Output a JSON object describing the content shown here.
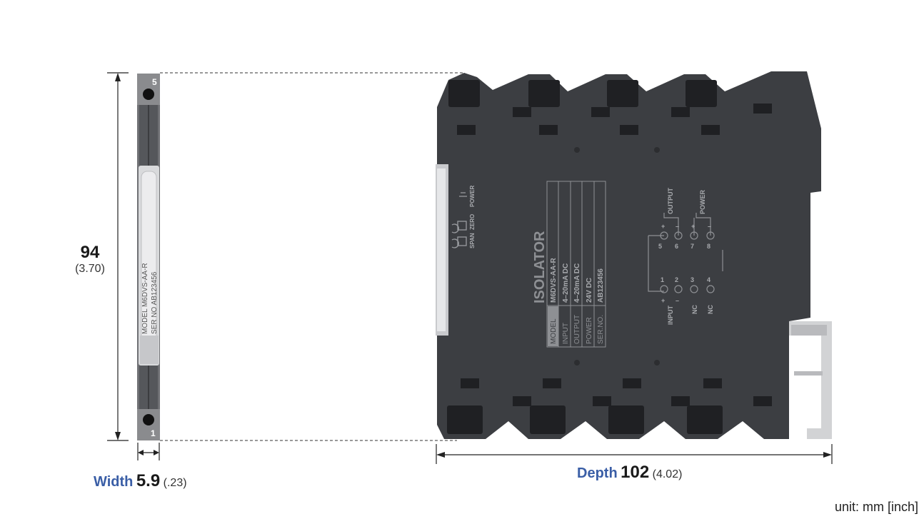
{
  "colors": {
    "accent": "#3a5ea6",
    "housing": "#3d3f43",
    "housing_dark": "#2a2b2e"
  },
  "height": {
    "value": "94",
    "inch": "(3.70)"
  },
  "width": {
    "word": "Width",
    "value": "5.9",
    "inch": "(.23)"
  },
  "depth": {
    "word": "Depth",
    "value": "102",
    "inch": "(4.02)"
  },
  "unit_note": "unit: mm [inch]",
  "side_view": {
    "top_terminal": "5",
    "bottom_terminal": "1",
    "label_model": "MODEL  M6DVS-AA-R",
    "label_ser": "SER NO  AB123456"
  },
  "front_panel": {
    "title": "ISOLATOR",
    "adj_labels": [
      "SPAN",
      "ZERO",
      "POWER"
    ],
    "spec_rows": [
      {
        "key": "MODEL",
        "value": "M6DVS-AA-R"
      },
      {
        "key": "INPUT",
        "value": "4–20mA DC"
      },
      {
        "key": "OUTPUT",
        "value": "4–20mA DC"
      },
      {
        "key": "POWER",
        "value": "24V DC"
      },
      {
        "key": "SER.NO.",
        "value": "AB123456"
      }
    ],
    "wiring": {
      "output_label": "OUTPUT",
      "power_label": "POWER",
      "input_label": "INPUT",
      "nc1": "NC",
      "nc2": "NC",
      "t5": "5",
      "t6": "6",
      "t7": "7",
      "t8": "8",
      "t1": "1",
      "t2": "2",
      "t3": "3",
      "t4": "4",
      "plus": "+",
      "minus": "–"
    }
  }
}
